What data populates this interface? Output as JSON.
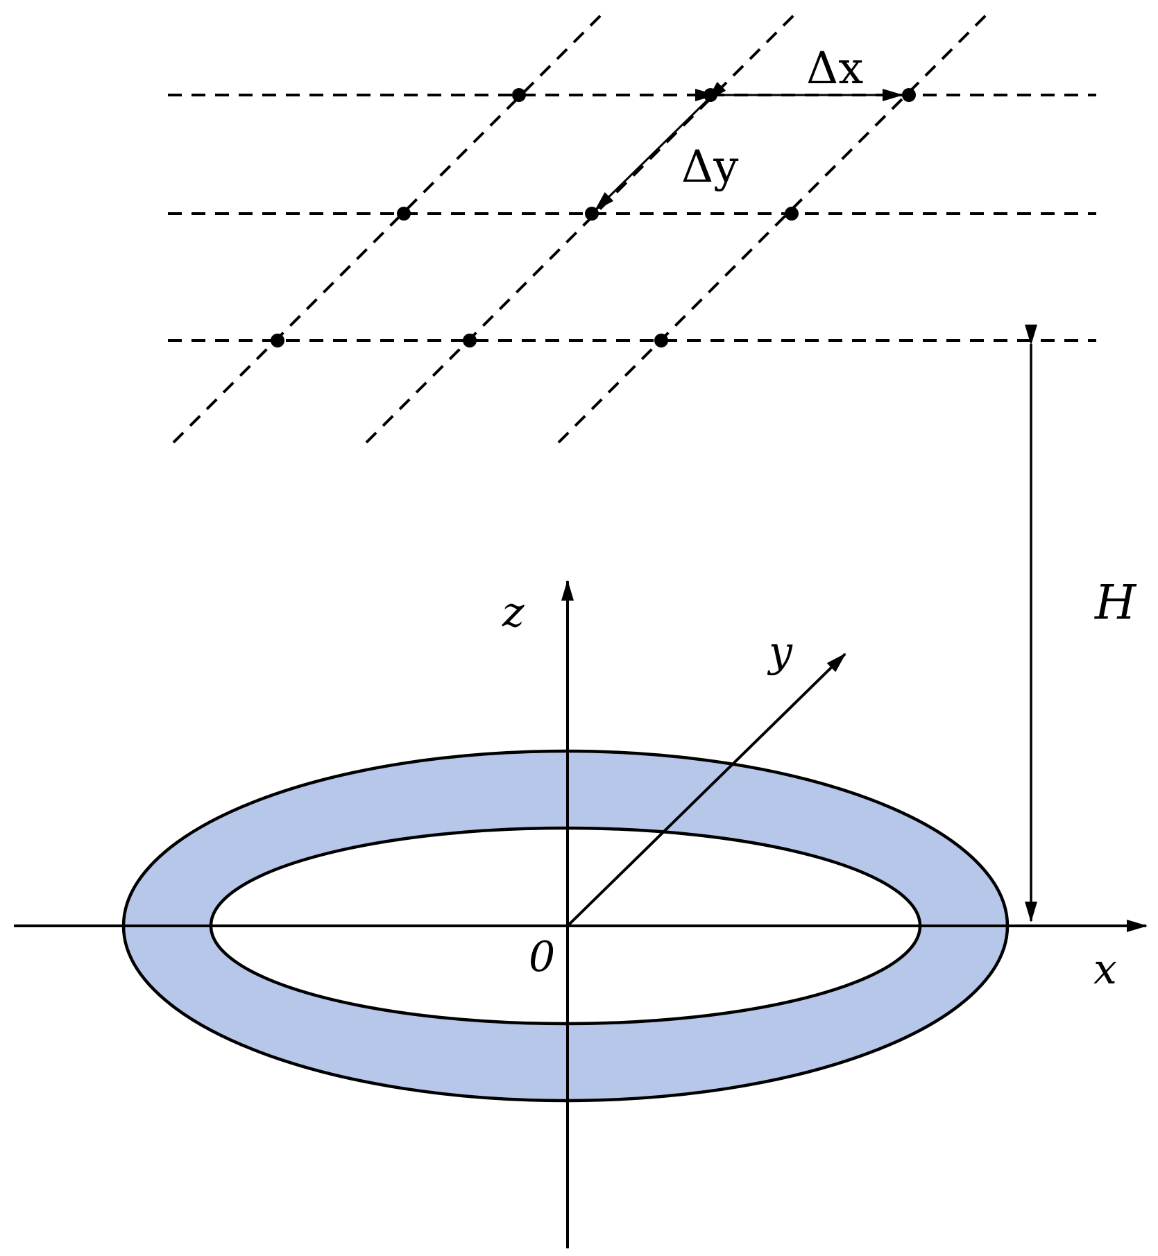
{
  "labels": {
    "delta_x": "Δx",
    "delta_y": "Δy",
    "height": "H",
    "axis_x": "x",
    "axis_y": "y",
    "axis_z": "z",
    "origin": "0"
  },
  "colors": {
    "ring_fill": "#b7c7e9",
    "stroke": "#000000",
    "background": "#ffffff"
  }
}
